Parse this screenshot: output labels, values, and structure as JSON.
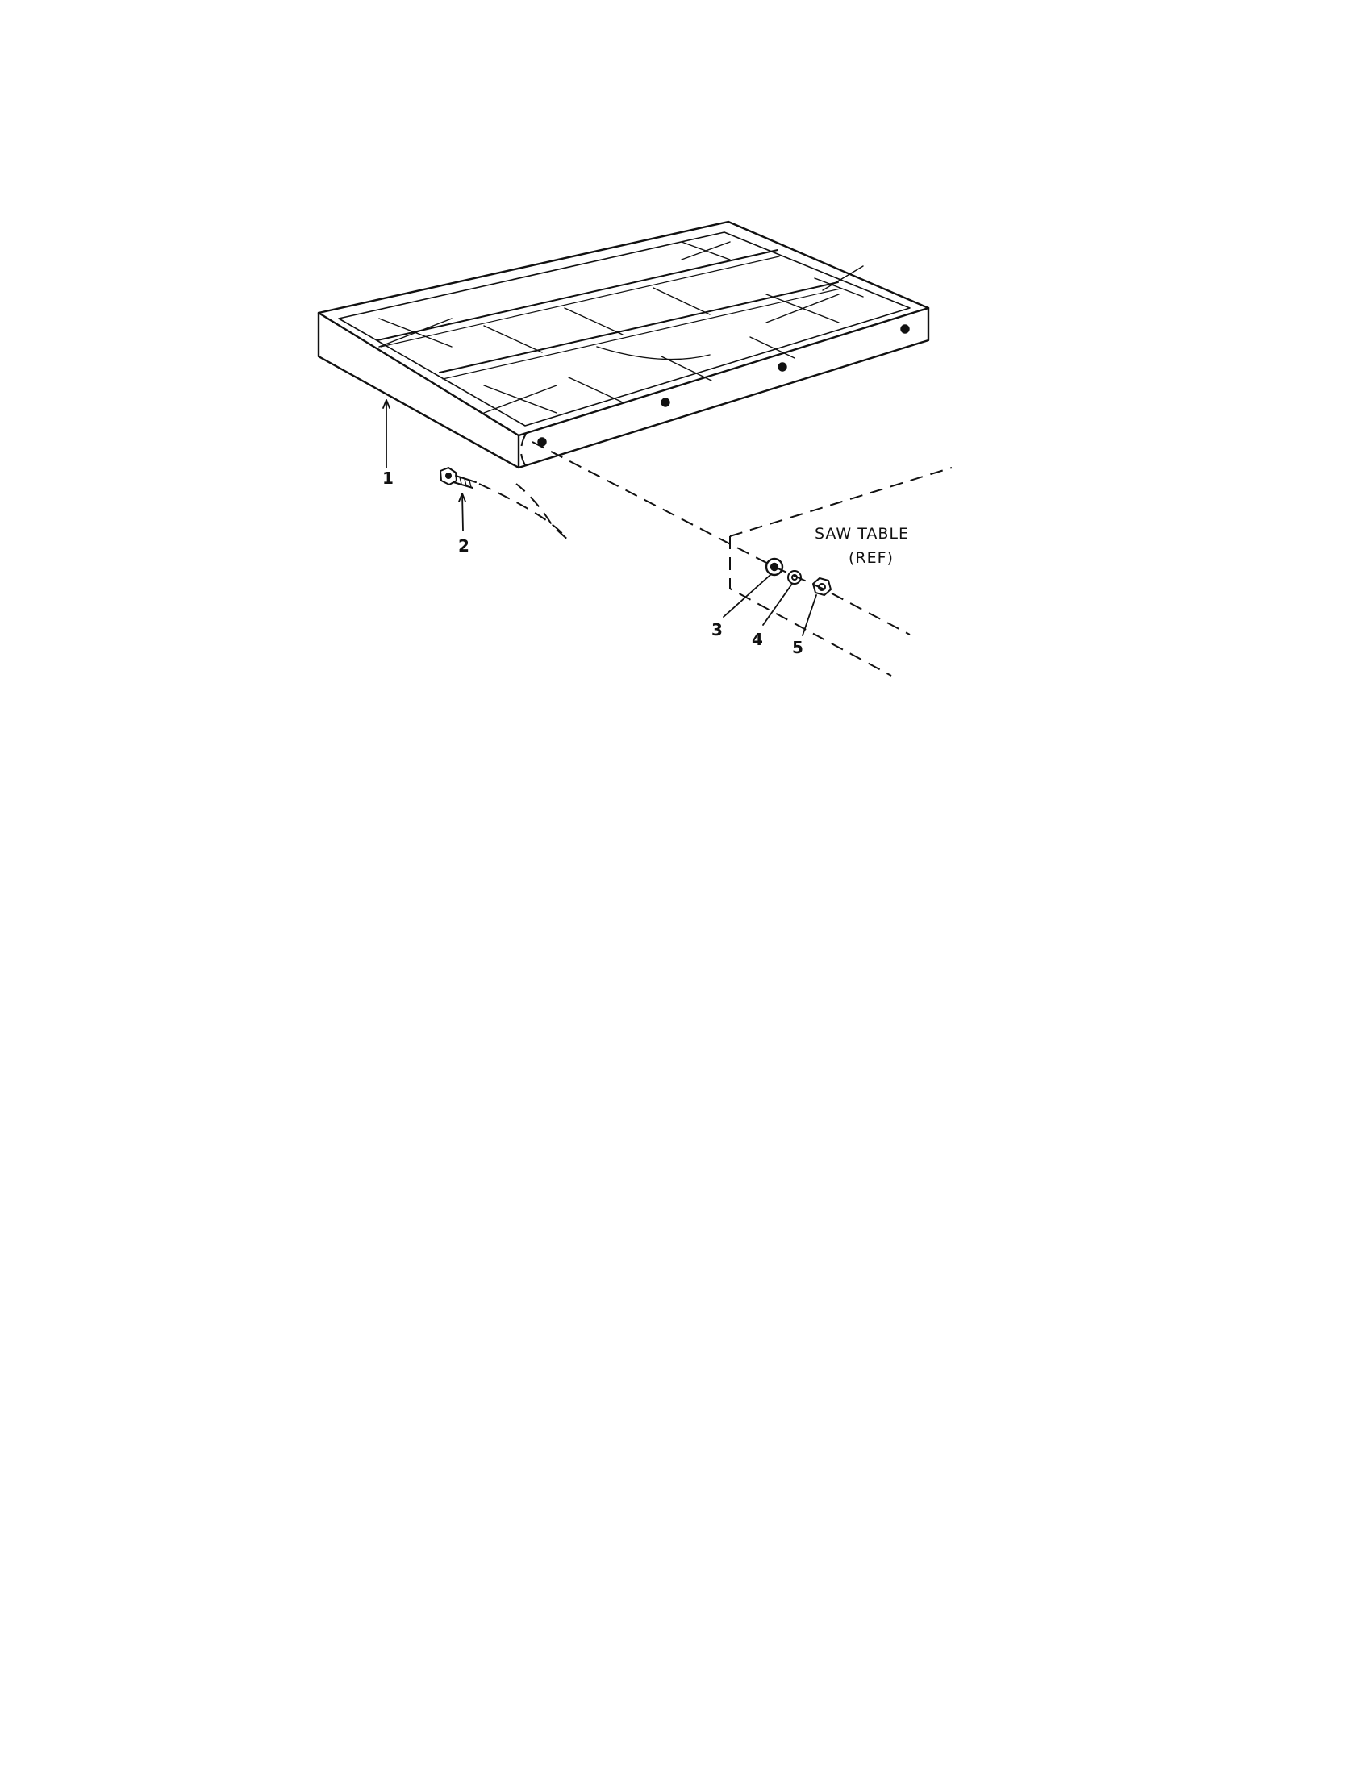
{
  "figure": {
    "reference_label_line1": "SAW TABLE",
    "reference_label_line2": "(REF)",
    "callouts": [
      {
        "id": "item-1",
        "text": "1"
      },
      {
        "id": "item-2",
        "text": "2"
      },
      {
        "id": "item-3",
        "text": "3"
      },
      {
        "id": "item-4",
        "text": "4"
      },
      {
        "id": "item-5",
        "text": "5"
      }
    ]
  }
}
